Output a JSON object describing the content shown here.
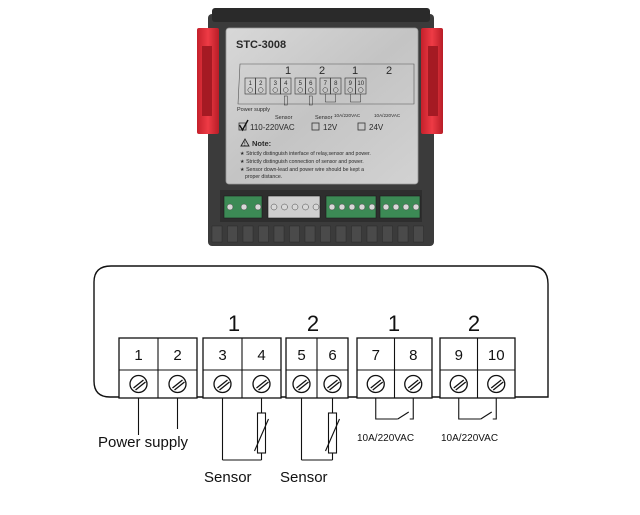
{
  "device": {
    "model": "STC-3008",
    "group_labels": [
      "1",
      "2",
      "1",
      "2"
    ],
    "terminals": [
      "1",
      "2",
      "3",
      "4",
      "5",
      "6",
      "7",
      "8",
      "9",
      "10"
    ],
    "power_supply_label": "Power supply",
    "sensor_label": "Sensor",
    "relay_rating": "10A/220VAC",
    "voltage_options": [
      {
        "label": "110-220VAC",
        "checked": true
      },
      {
        "label": "12V",
        "checked": false
      },
      {
        "label": "24V",
        "checked": false
      }
    ],
    "note_title": "Note:",
    "notes": [
      "Strictly distinguish interface of relay,sensor and power.",
      "Strictly distinguish connection of sensor and power.",
      "Sensor down-lead and power wire should be kept a",
      "proper distance."
    ]
  },
  "diagram": {
    "group_labels": [
      "1",
      "2",
      "1",
      "2"
    ],
    "terminals": [
      "1",
      "2",
      "3",
      "4",
      "5",
      "6",
      "7",
      "8",
      "9",
      "10"
    ],
    "power_supply_label": "Power supply",
    "sensor_labels": [
      "Sensor",
      "Sensor"
    ],
    "relay_ratings": [
      "10A/220VAC",
      "10A/220VAC"
    ]
  },
  "colors": {
    "housing": "#3a3a3a",
    "bracket": "#e0303a",
    "label_plate": "#c9c9c9",
    "connector_green": "#3c8a55",
    "line": "#111111"
  }
}
